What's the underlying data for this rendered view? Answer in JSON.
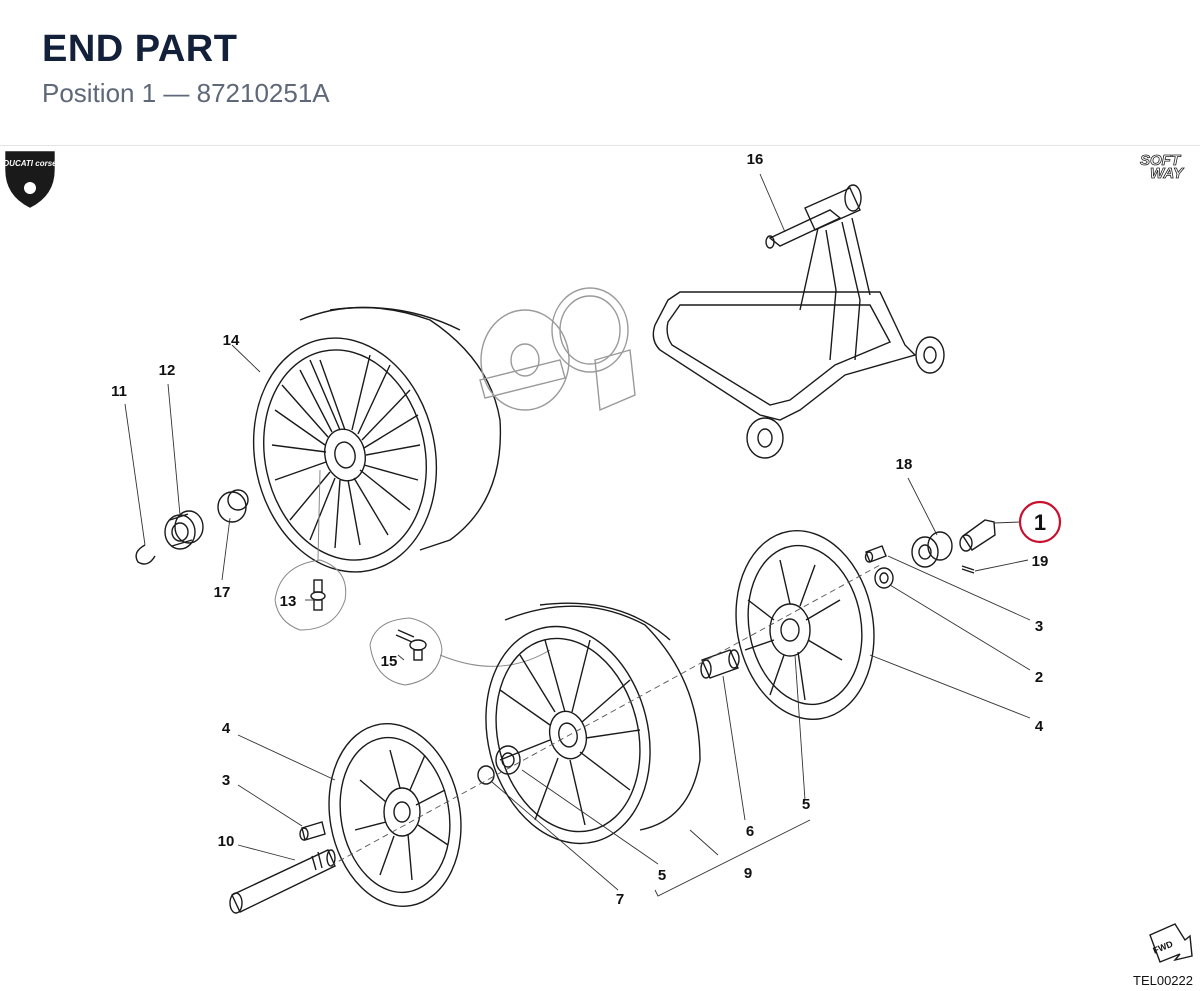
{
  "header": {
    "title": "END PART",
    "subtitle": "Position 1 — 87210251A"
  },
  "logos": {
    "left_brand": "DUCATI corse",
    "right_brand_top": "SOFT",
    "right_brand_bottom": "WAY"
  },
  "diagram": {
    "highlight_callout": "1",
    "highlight_color": "#c8102e",
    "callouts": {
      "c2": "2",
      "c3a": "3",
      "c3b": "3",
      "c4a": "4",
      "c4b": "4",
      "c5a": "5",
      "c5b": "5",
      "c6": "6",
      "c7": "7",
      "c9": "9",
      "c10": "10",
      "c11": "11",
      "c12": "12",
      "c13": "13",
      "c14": "14",
      "c15": "15",
      "c16": "16",
      "c17": "17",
      "c18": "18",
      "c19": "19"
    },
    "fwd_label": "FWD",
    "drawing_code": "TEL00222"
  }
}
